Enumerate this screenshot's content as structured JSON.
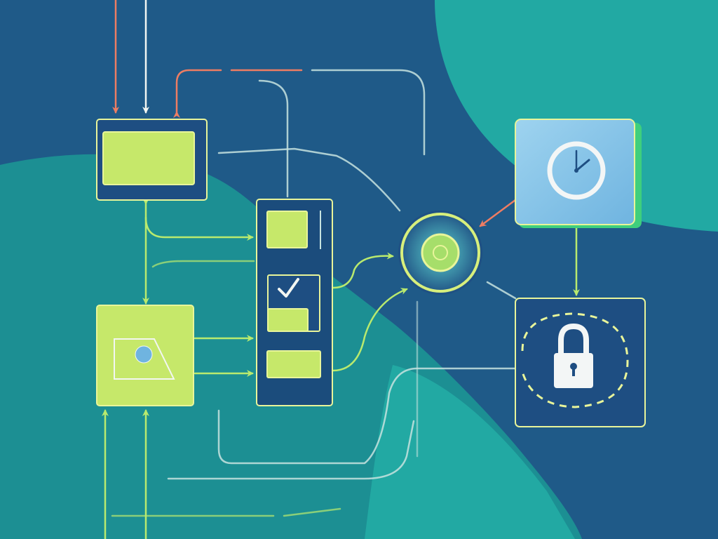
{
  "colors": {
    "background": "#1f5a88",
    "background_dark": "#1b4c7c",
    "teal_shape": "#1c8f93",
    "teal_shape_light": "#22a9a3",
    "lime": "#c6e86a",
    "lime_stroke": "#e9f59a",
    "box_navy": "#1e4e82",
    "connector_lime": "#b9ea6e",
    "connector_pale": "#c7e3df",
    "connector_coral": "#ee7d63",
    "connector_white": "#f2f6f2",
    "tile_blue": "#8ec8ea",
    "tile_green_edge": "#3fcf7d",
    "lock_white": "#f3f6f6",
    "hub_ring": "#d7ef7c",
    "hub_core": "#a6de6a"
  },
  "icons": {
    "clock": "clock-icon",
    "lock": "padlock-icon",
    "check": "checkmark-icon",
    "hub": "hub-node-icon",
    "image_placeholder": "image-placeholder-icon"
  },
  "nodes": [
    {
      "id": "top-left-panel",
      "kind": "panel"
    },
    {
      "id": "image-panel",
      "kind": "panel-with-image-icon"
    },
    {
      "id": "checklist-stack",
      "kind": "stack",
      "items": [
        "item",
        "checked-item",
        "item"
      ]
    },
    {
      "id": "central-hub",
      "kind": "hub"
    },
    {
      "id": "clock-tile",
      "kind": "tile-with-clock-icon"
    },
    {
      "id": "lock-tile",
      "kind": "tile-with-lock-icon"
    }
  ]
}
